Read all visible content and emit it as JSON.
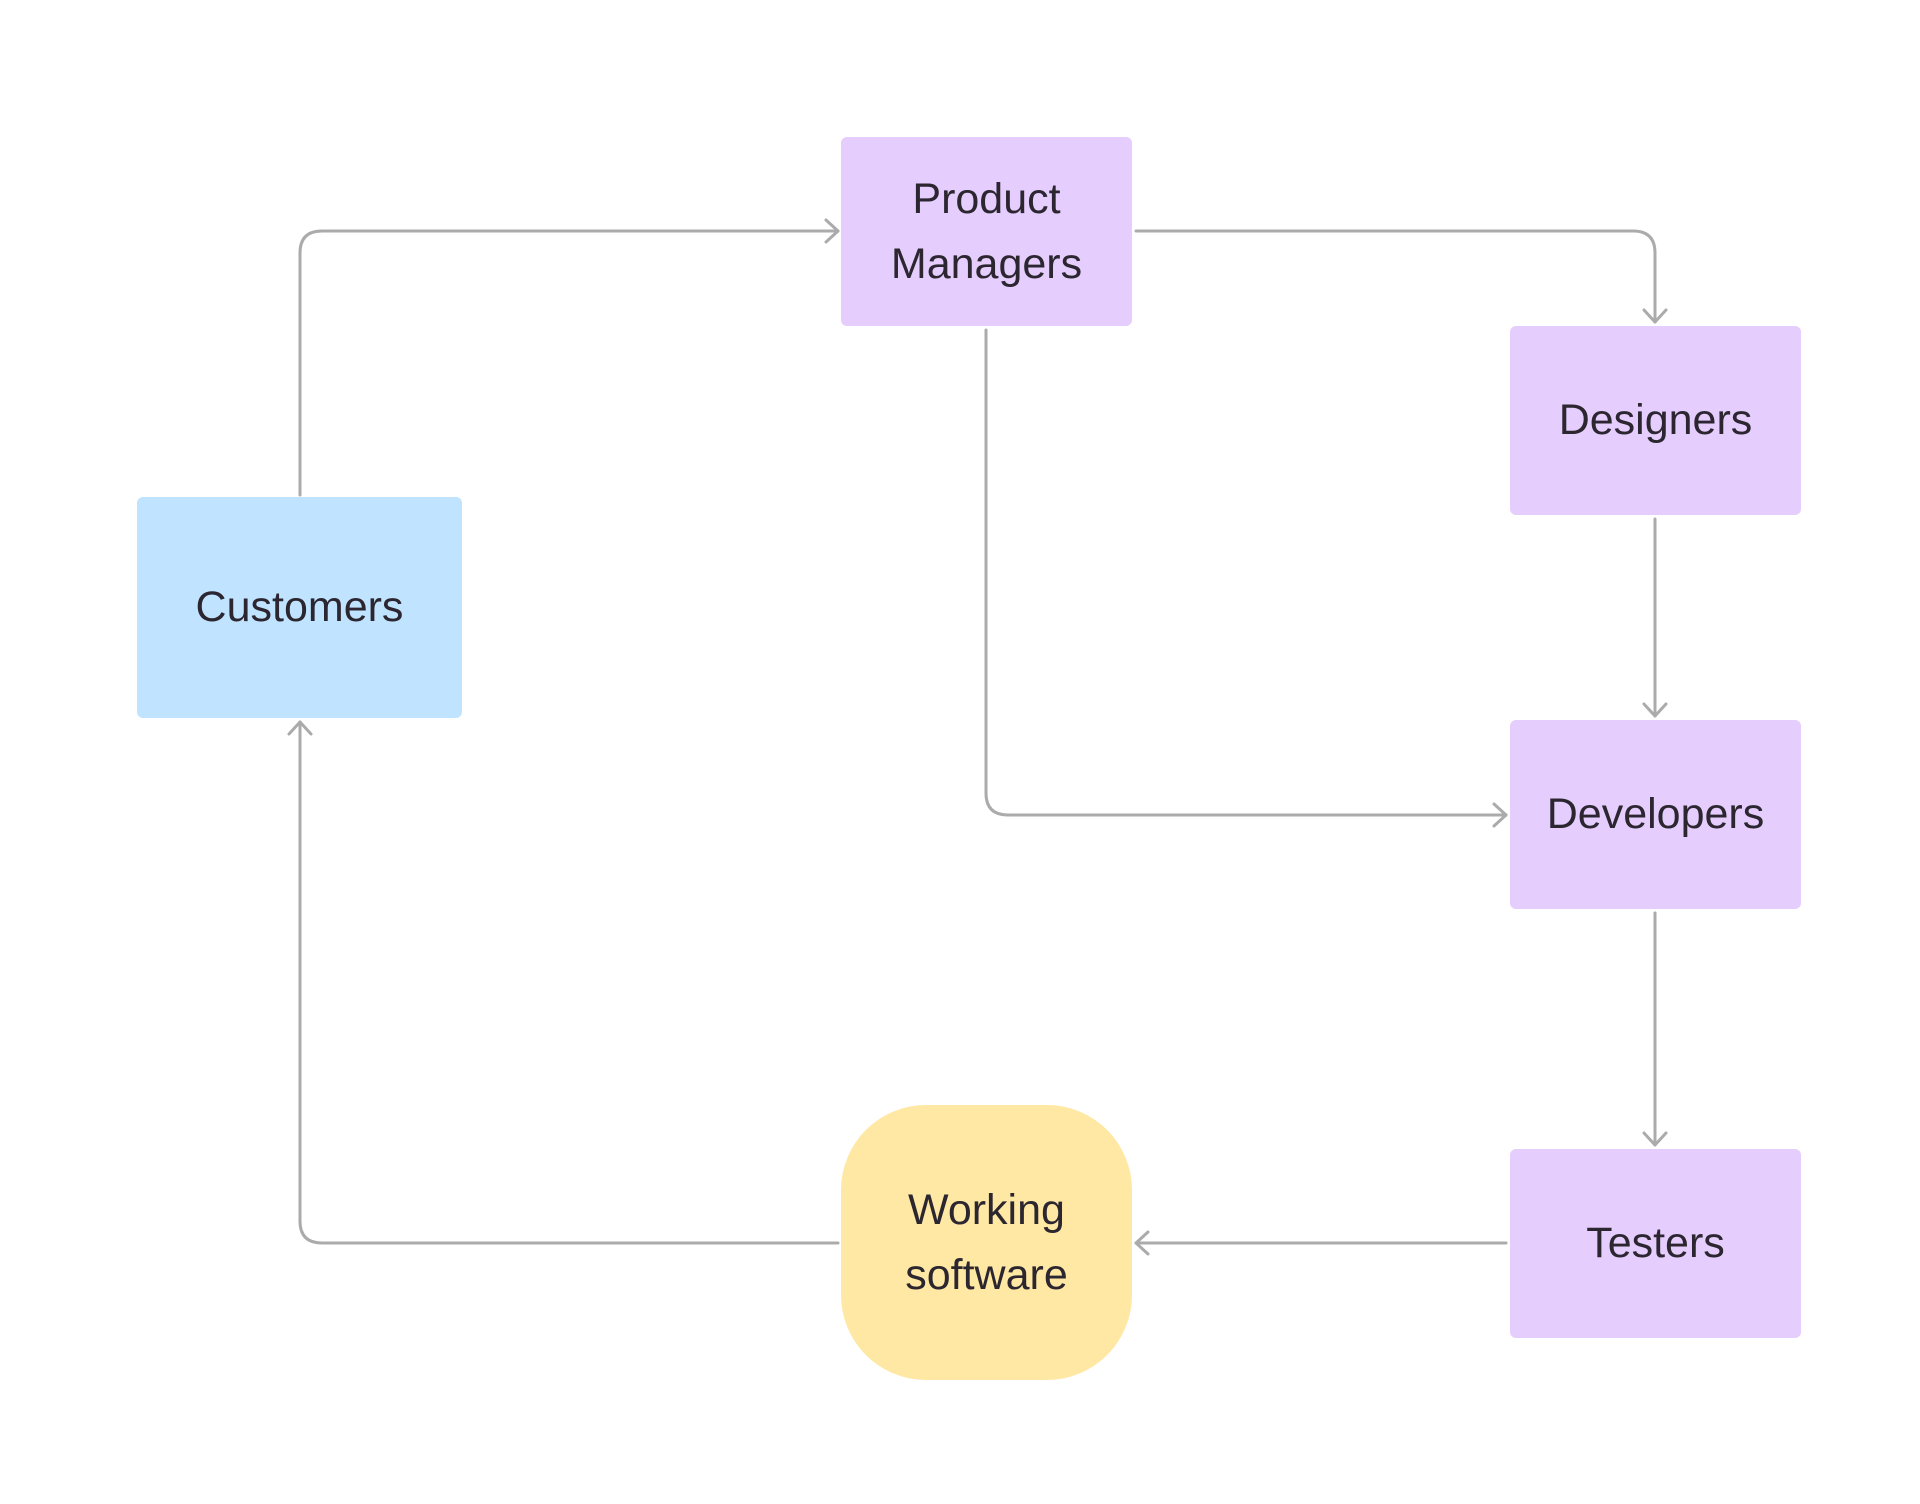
{
  "colors": {
    "customer_fill": "#c0e4ff",
    "team_fill": "#e5cdfd",
    "output_fill": "#ffe8a3",
    "connector": "#ababab",
    "text": "#2b2630"
  },
  "nodes": {
    "customers": {
      "label": "Customers"
    },
    "product_managers": {
      "label_line1": "Product",
      "label_line2": "Managers"
    },
    "designers": {
      "label": "Designers"
    },
    "developers": {
      "label": "Developers"
    },
    "testers": {
      "label": "Testers"
    },
    "working_software": {
      "label_line1": "Working",
      "label_line2": "software"
    }
  },
  "edges": [
    {
      "from": "Customers",
      "to": "Product Managers"
    },
    {
      "from": "Product Managers",
      "to": "Designers"
    },
    {
      "from": "Product Managers",
      "to": "Developers"
    },
    {
      "from": "Designers",
      "to": "Developers"
    },
    {
      "from": "Developers",
      "to": "Testers"
    },
    {
      "from": "Testers",
      "to": "Working software"
    },
    {
      "from": "Working software",
      "to": "Customers"
    }
  ]
}
